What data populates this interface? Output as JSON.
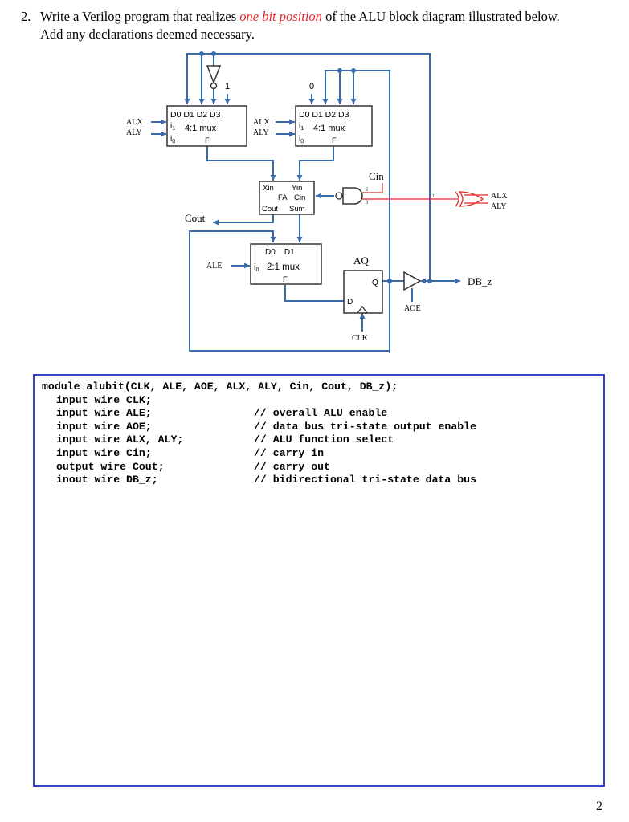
{
  "question": {
    "number": "2.",
    "text_before": "Write a Verilog program that realizes ",
    "emphasis": "one bit position",
    "text_after": " of the ALU block diagram illustrated below.",
    "line2": "Add any declarations deemed necessary."
  },
  "diagram": {
    "mux_a": {
      "inputs": "D0 D1 D2 D3",
      "type": "4:1 mux",
      "out": "F",
      "sel1": "i",
      "sel1_sub": "1",
      "sel0": "i",
      "sel0_sub": "0",
      "const_label": "1",
      "sel1_signal": "ALX",
      "sel0_signal": "ALY"
    },
    "mux_b": {
      "inputs": "D0 D1 D2 D3",
      "type": "4:1 mux",
      "out": "F",
      "sel1": "i",
      "sel1_sub": "1",
      "sel0": "i",
      "sel0_sub": "0",
      "const_label": "0",
      "sel1_signal": "ALX",
      "sel0_signal": "ALY"
    },
    "adder": {
      "xin": "Xin",
      "yin": "Yin",
      "name": "FA",
      "cin": "Cin",
      "cout": "Cout",
      "sum": "Sum"
    },
    "cin_label": "Cin",
    "cout_label": "Cout",
    "mux_c": {
      "inputs": "D0    D1",
      "sel": "i",
      "sel_sub": "0",
      "type": "2:1 mux",
      "out": "F",
      "select_signal": "ALE"
    },
    "register": {
      "name": "AQ",
      "d": "D",
      "q": "Q",
      "clk": "CLK"
    },
    "buffer_enable": "AOE",
    "bus_label": "DB_z",
    "gate_inputs": {
      "a": "ALX",
      "b": "ALY"
    },
    "gate_pin_labels": [
      "1",
      "2",
      "3"
    ]
  },
  "code": {
    "header": "module alubit(CLK, ALE, AOE, ALX, ALY, Cin, Cout, DB_z);",
    "declarations": [
      "input wire CLK;",
      "input wire ALE;",
      "input wire AOE;",
      "input wire ALX, ALY;",
      "input wire Cin;",
      "output wire Cout;",
      "inout wire DB_z;"
    ],
    "comments": [
      "// overall ALU enable",
      "// data bus tri-state output enable",
      "// ALU function select",
      "// carry in",
      "// carry out",
      "// bidirectional tri-state data bus"
    ]
  },
  "page_number": "2",
  "colors": {
    "wire_blue": "#3a6aa8",
    "wire_red": "#e0262b",
    "code_border": "#3344cc",
    "emphasis_red": "#e0262b"
  }
}
